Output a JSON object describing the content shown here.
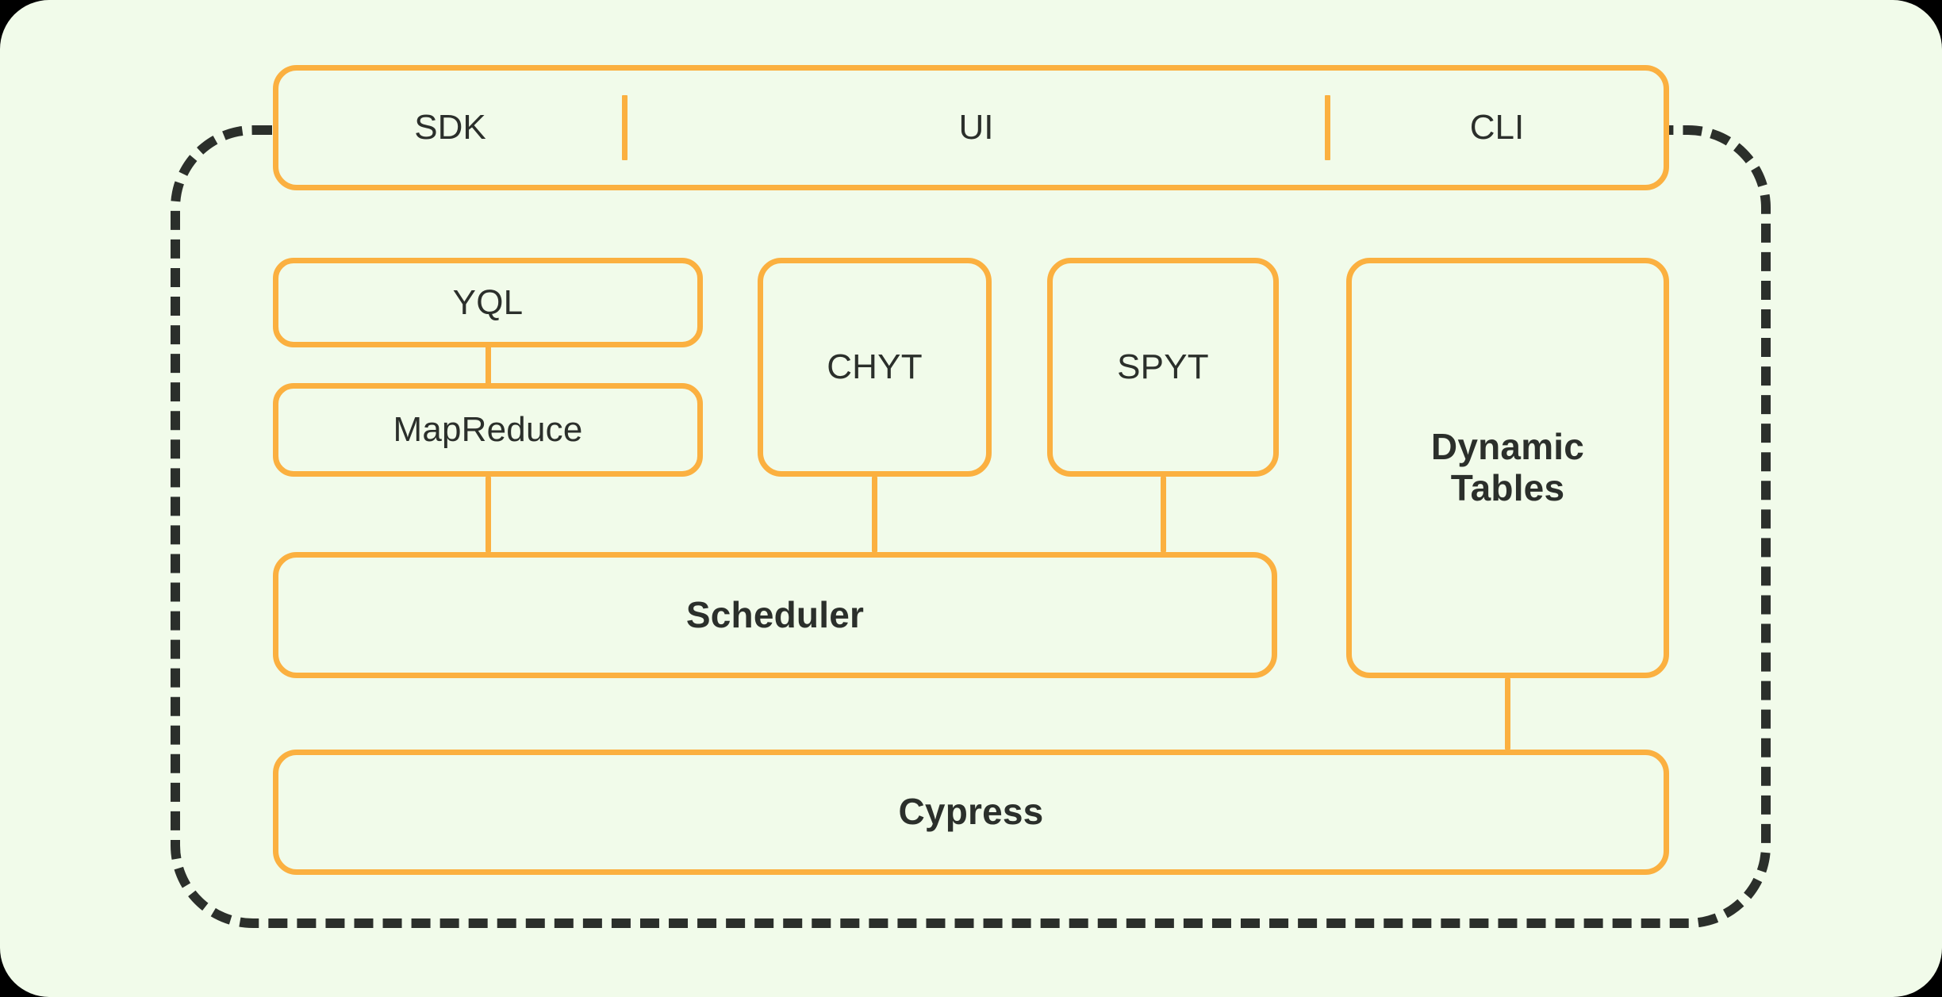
{
  "diagram": {
    "title": "YTsaurus architecture diagram",
    "colors": {
      "background": "#f1fbea",
      "node_border": "#fbb040",
      "text": "#2b2f2b",
      "container_border": "#2b2f2b",
      "outside": "#000000"
    },
    "container": {
      "name": "cluster-boundary",
      "style": "dashed"
    },
    "topbar": {
      "name": "interfaces-bar",
      "cells": [
        {
          "label": "SDK"
        },
        {
          "label": "UI"
        },
        {
          "label": "CLI"
        }
      ]
    },
    "nodes": [
      {
        "id": "yql",
        "label": "YQL"
      },
      {
        "id": "mapreduce",
        "label": "MapReduce"
      },
      {
        "id": "chyt",
        "label": "CHYT"
      },
      {
        "id": "spyt",
        "label": "SPYT"
      },
      {
        "id": "dynamic_tables",
        "label": "Dynamic\nTables",
        "line1": "Dynamic",
        "line2": "Tables"
      },
      {
        "id": "scheduler",
        "label": "Scheduler"
      },
      {
        "id": "cypress",
        "label": "Cypress"
      }
    ],
    "connectors": [
      {
        "from": "yql",
        "to": "mapreduce"
      },
      {
        "from": "mapreduce",
        "to": "scheduler"
      },
      {
        "from": "chyt",
        "to": "scheduler"
      },
      {
        "from": "spyt",
        "to": "scheduler"
      },
      {
        "from": "dynamic_tables",
        "to": "cypress"
      }
    ]
  }
}
